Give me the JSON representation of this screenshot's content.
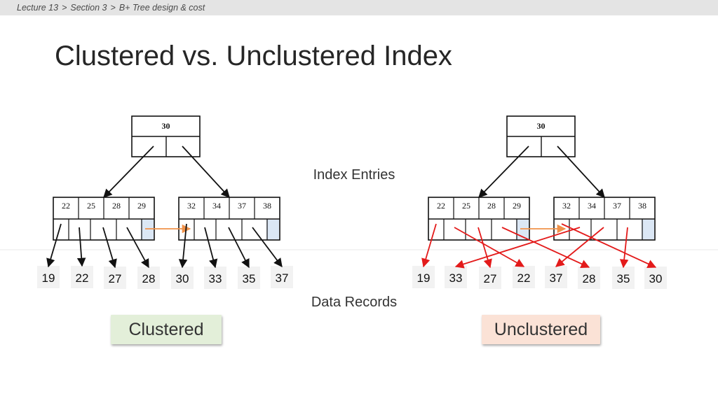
{
  "breadcrumb": {
    "items": [
      "Lecture 13",
      "Section 3",
      "B+ Tree design & cost"
    ],
    "separator": ">"
  },
  "slide": {
    "title": "Clustered vs. Unclustered Index",
    "index_entries_label": "Index Entries",
    "data_records_label": "Data Records"
  },
  "colors": {
    "clustered_arrow": "#111111",
    "unclustered_arrow": "#e31a1a",
    "sibling_arrow": "#f0924a",
    "leaf_last_cell": "#dbe7f5",
    "clustered_badge": "#e3efd9",
    "unclustered_badge": "#fbe2d6"
  },
  "trees": [
    {
      "name": "clustered",
      "badge": "Clustered",
      "root_key": "30",
      "left_leaf_keys": [
        "22",
        "25",
        "28",
        "29"
      ],
      "right_leaf_keys": [
        "32",
        "34",
        "37",
        "38"
      ],
      "records": [
        "19",
        "22",
        "27",
        "28",
        "30",
        "33",
        "35",
        "37"
      ],
      "pointer_targets": [
        0,
        1,
        2,
        3,
        4,
        5,
        6,
        7
      ]
    },
    {
      "name": "unclustered",
      "badge": "Unclustered",
      "root_key": "30",
      "left_leaf_keys": [
        "22",
        "25",
        "28",
        "29"
      ],
      "right_leaf_keys": [
        "32",
        "34",
        "37",
        "38"
      ],
      "records": [
        "19",
        "33",
        "27",
        "22",
        "37",
        "28",
        "35",
        "30"
      ],
      "pointer_targets": [
        0,
        3,
        2,
        5,
        7,
        1,
        4,
        6
      ]
    }
  ]
}
